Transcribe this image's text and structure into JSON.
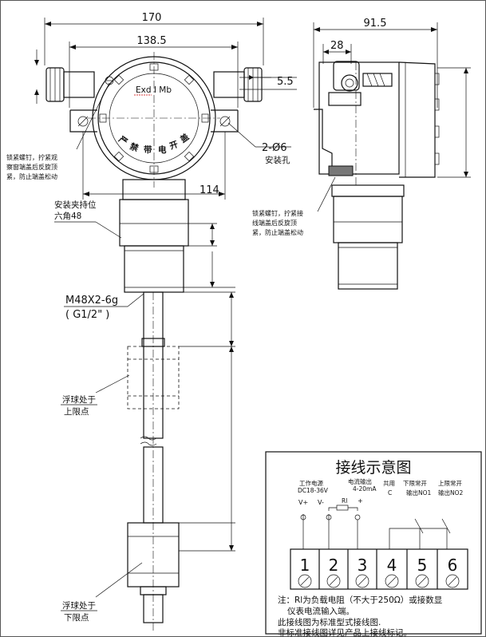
{
  "dimensions": {
    "overall_width": "170",
    "flange_width": "138.5",
    "side_width": "91.5",
    "side_offset": "28",
    "thread_offset": "5.5",
    "mount_spacing": "114",
    "mount_holes": "2-Ø6",
    "mount_holes_label": "安装孔"
  },
  "housing": {
    "exd_mark": "Exd Ⅰ Mb",
    "warning_ring": "严禁带电开盖"
  },
  "notes": {
    "left_screw_line1": "锁紧螺钉，拧紧观",
    "left_screw_line2": "察窗端盖后反旋顶",
    "left_screw_line3": "紧，防止端盖松动",
    "right_screw_line1": "锁紧螺钉，拧紧接",
    "right_screw_line2": "线端盖后反旋顶",
    "right_screw_line3": "紧，防止端盖松动",
    "wrench_line1": "安装夹持位",
    "wrench_line2": "六角48",
    "thread_line1": "M48X2-6g",
    "thread_line2": "( G1/2\" )",
    "float_upper_line1": "浮球处于",
    "float_upper_line2": "上限点",
    "float_lower_line1": "浮球处于",
    "float_lower_line2": "下限点"
  },
  "wiring": {
    "title": "接线示意图",
    "power_line1": "工作电源",
    "power_line2": "DC18-36V",
    "v_plus": "V+",
    "v_minus": "V-",
    "current_line1": "电流输出",
    "current_line2": "4-20mA",
    "rl": "Rl",
    "plus": "+",
    "common_line1": "共用",
    "common_line2": "C",
    "lower_line1": "下限常开",
    "lower_line2": "输出NO1",
    "upper_line1": "上限常开",
    "upper_line2": "输出NO2",
    "terminals": [
      "1",
      "2",
      "3",
      "4",
      "5",
      "6"
    ],
    "note1": "注：Rl为负载电阻（不大于250Ω）或接数显",
    "note2": "仪表电流输入端。",
    "note3": "此接线图为标准型式接线图.",
    "note4": "非标准接线图详见产品上接线标记。"
  }
}
